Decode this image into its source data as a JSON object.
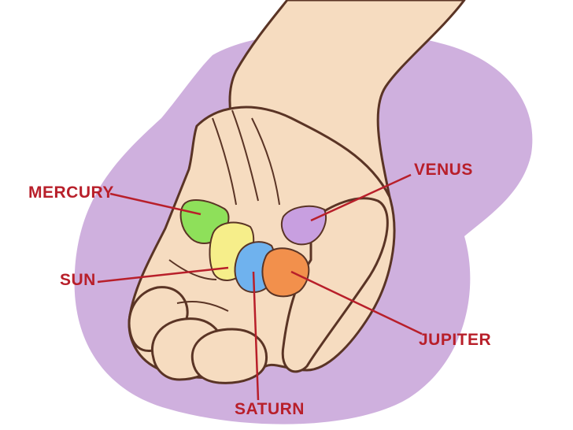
{
  "colors": {
    "background_blob": "#cfb0de",
    "skin": "#f6dcc0",
    "outline": "#5a3425",
    "label_red": "#b81f2a",
    "mercury": "#8ee05a",
    "sun": "#f6ee8a",
    "saturn": "#6fb2ee",
    "jupiter": "#f2904c",
    "venus": "#c89fe0"
  },
  "labels": {
    "mercury": "MERCURY",
    "venus": "VENUS",
    "sun": "SUN",
    "jupiter": "JUPITER",
    "saturn": "SATURN"
  }
}
